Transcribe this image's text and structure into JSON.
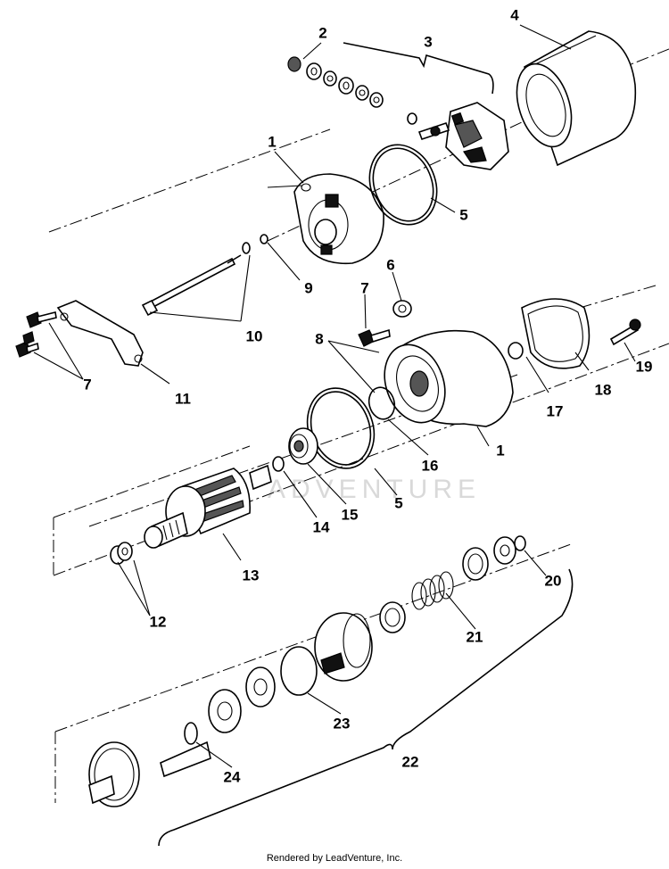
{
  "diagram": {
    "watermark": "ADVENTURE",
    "credit": "Rendered by LeadVenture, Inc.",
    "callouts": {
      "c1a": "1",
      "c1b": "1",
      "c2": "2",
      "c3": "3",
      "c4": "4",
      "c5a": "5",
      "c5b": "5",
      "c6": "6",
      "c7a": "7",
      "c7b": "7",
      "c8": "8",
      "c9": "9",
      "c10": "10",
      "c11": "11",
      "c12": "12",
      "c13": "13",
      "c14": "14",
      "c15": "15",
      "c16": "16",
      "c17": "17",
      "c18": "18",
      "c19": "19",
      "c20": "20",
      "c21": "21",
      "c22": "22",
      "c23": "23",
      "c24": "24"
    }
  }
}
